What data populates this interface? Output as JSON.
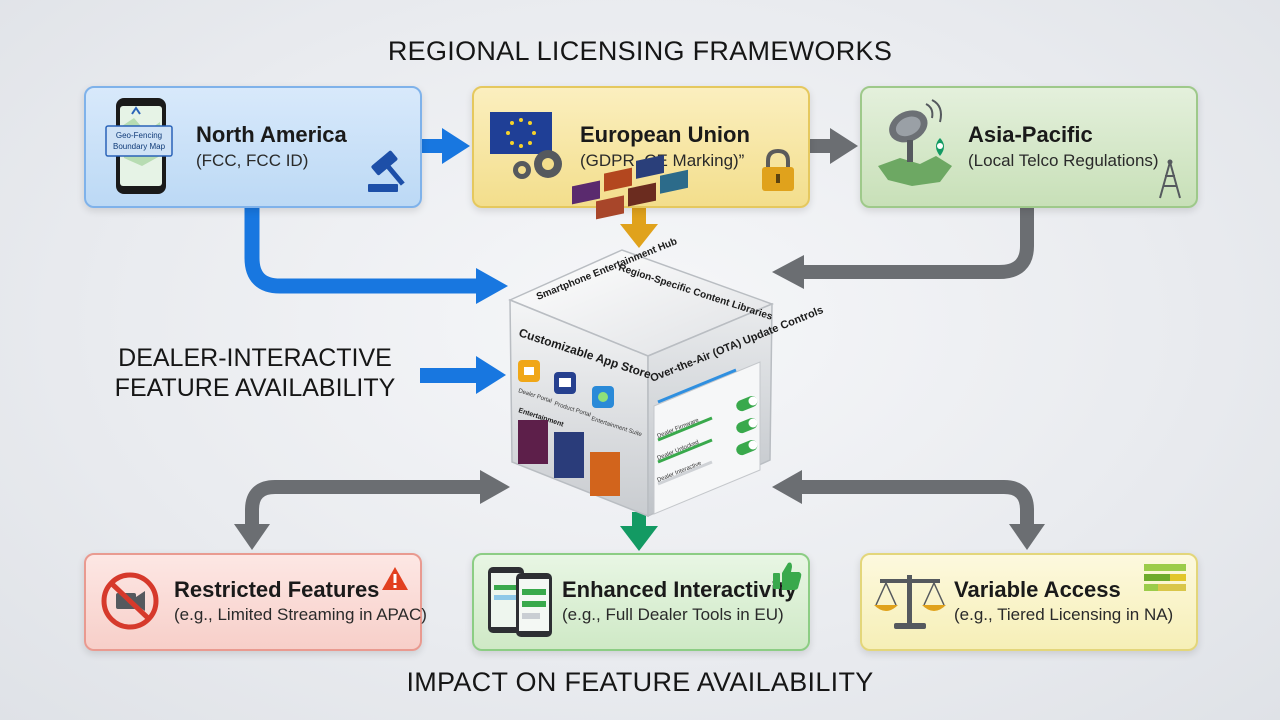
{
  "headings": {
    "top": "REGIONAL LICENSING FRAMEWORKS",
    "bottom": "IMPACT ON FEATURE AVAILABILITY",
    "side_line1": "DEALER-INTERACTIVE",
    "side_line2": "FEATURE AVAILABILITY"
  },
  "regions": {
    "north_america": {
      "title": "North America",
      "subtitle": "(FCC, FCC ID)",
      "phone_label_1": "Geo-Fencing",
      "phone_label_2": "Boundary Map"
    },
    "european_union": {
      "title": "European Union",
      "subtitle": "(GDPR, CE Marking)”"
    },
    "asia_pacific": {
      "title": "Asia-Pacific",
      "subtitle": "(Local Telco Regulations)"
    }
  },
  "impacts": {
    "restricted": {
      "title": "Restricted Features",
      "subtitle": "(e.g., Limited Streaming in APAC)"
    },
    "enhanced": {
      "title": "Enhanced Interactivity",
      "subtitle": "(e.g., Full Dealer Tools in EU)"
    },
    "variable": {
      "title": "Variable Access",
      "subtitle": "(e.g., Tiered Licensing in NA)"
    }
  },
  "cube": {
    "top_left": "Smartphone Entertainment Hub",
    "top_right": "Region-Specific Content Libraries",
    "left_title": "Customizable App Store",
    "left_apps": [
      "Dealer Portal",
      "Product Portal",
      "Entertainment Suite"
    ],
    "left_section": "Entertainment",
    "right_title": "Over-the-Air (OTA) Update Controls",
    "right_rows": [
      "Dealer Firmware",
      "Dealer Unlocked",
      "Dealer Interactive"
    ]
  },
  "colors": {
    "blue_arrow": "#1877e0",
    "gold_arrow": "#e0a21c",
    "gray_arrow": "#6b6e72",
    "green_arrow": "#139a63"
  }
}
